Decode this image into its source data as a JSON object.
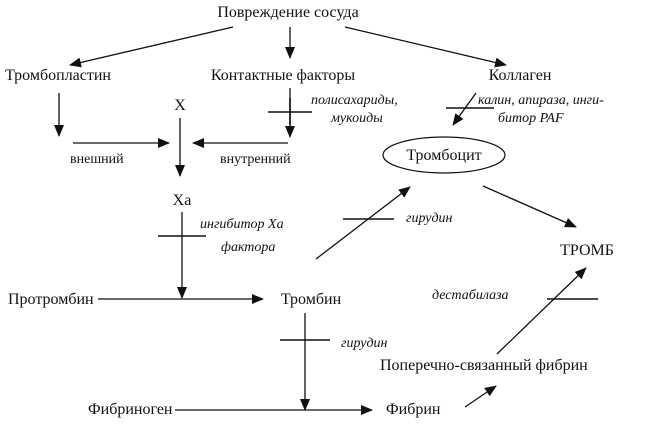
{
  "nodes": {
    "vessel_damage": "Повреждение сосуда",
    "thromboplastin": "Тромбопластин",
    "contact_factors": "Контактные факторы",
    "collagen": "Коллаген",
    "factor_x": "X",
    "extrinsic": "внешний",
    "intrinsic": "внутренний",
    "thrombocyte": "Тромбоцит",
    "factor_xa": "Xa",
    "prothrombin": "Протромбин",
    "thrombin": "Тромбин",
    "thrombus": "ТРОМБ",
    "fibrinogen": "Фибриноген",
    "fibrin": "Фибрин",
    "crosslinked_fibrin": "Поперечно-связанный фибрин"
  },
  "inhibitors": {
    "polysaccharides_line1": "полисахариды,",
    "polysaccharides_line2": "мукоиды",
    "kalin_line1": "калин, апираза, инги-",
    "kalin_line2": "битор PAF",
    "xa_inhibitor_line1": "ингибитор Xa",
    "xa_inhibitor_line2": "фактора",
    "hirudin_platelet": "гирудин",
    "destabilase": "дестабилаза",
    "hirudin_thrombin": "гирудин"
  }
}
